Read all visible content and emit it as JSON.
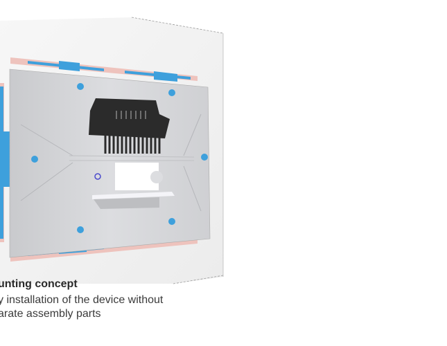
{
  "caption": {
    "title": "unting concept",
    "lines": [
      "y installation of the device without",
      "arate assembly parts"
    ]
  },
  "colors": {
    "housing": "#d4d5d8",
    "clip": "#3ea0dc",
    "plate": "#eec3bd",
    "heatsink": "#2b2b2b"
  }
}
